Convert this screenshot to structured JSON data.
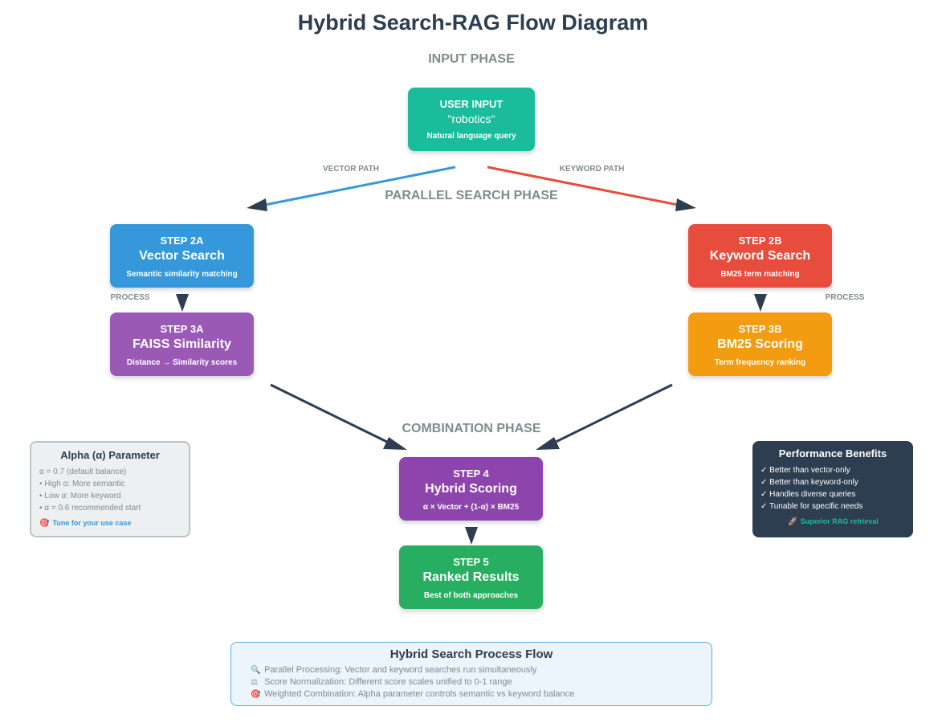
{
  "title": "Hybrid Search-RAG Flow Diagram",
  "phases": {
    "input": "INPUT PHASE",
    "parallel": "PARALLEL SEARCH PHASE",
    "combination": "COMBINATION PHASE"
  },
  "edge_labels": {
    "vector_path": "VECTOR PATH",
    "keyword_path": "KEYWORD PATH",
    "process_left": "PROCESS",
    "process_right": "PROCESS"
  },
  "nodes": {
    "user_input": {
      "step": "USER INPUT",
      "title": "\"robotics\"",
      "desc": "Natural language query",
      "color": "#1abc9c"
    },
    "step_2a": {
      "step": "STEP 2A",
      "title": "Vector Search",
      "desc": "Semantic similarity matching",
      "color": "#3498db"
    },
    "step_2b": {
      "step": "STEP 2B",
      "title": "Keyword Search",
      "desc": "BM25 term matching",
      "color": "#e74c3c"
    },
    "step_3a": {
      "step": "STEP 3A",
      "title": "FAISS Similarity",
      "desc": "Distance → Similarity scores",
      "color": "#9b59b6"
    },
    "step_3b": {
      "step": "STEP 3B",
      "title": "BM25 Scoring",
      "desc": "Term frequency ranking",
      "color": "#f39c12"
    },
    "step_4": {
      "step": "STEP 4",
      "title": "Hybrid Scoring",
      "desc": "α × Vector + (1-α) × BM25",
      "color": "#8e44ad"
    },
    "step_5": {
      "step": "STEP 5",
      "title": "Ranked Results",
      "desc": "Best of both approaches",
      "color": "#27ae60"
    }
  },
  "alpha_panel": {
    "title": "Alpha (α) Parameter",
    "lines": [
      "α = 0.7 (default balance)",
      "• High α: More semantic",
      "• Low α: More keyword",
      "• α = 0.6 recommended start"
    ],
    "footer": "Tune for your use case",
    "footer_icon": "target-icon"
  },
  "performance_panel": {
    "title": "Performance Benefits",
    "lines": [
      "✓ Better than vector-only",
      "✓ Better than keyword-only",
      "✓ Handles diverse queries",
      "✓ Tunable for specific needs"
    ],
    "footer": "Superior RAG retrieval",
    "footer_icon": "rocket-icon"
  },
  "summary": {
    "title": "Hybrid Search Process Flow",
    "items": [
      {
        "icon": "magnifier-icon",
        "text": "Parallel Processing: Vector and keyword searches run simultaneously"
      },
      {
        "icon": "scale-icon",
        "text": "Score Normalization: Different score scales unified to 0-1 range"
      },
      {
        "icon": "target-icon",
        "text": "Weighted Combination: Alpha parameter controls semantic vs keyword balance"
      }
    ]
  },
  "colors": {
    "vector_path": "#3498db",
    "keyword_path": "#e74c3c",
    "flow": "#2c3e50"
  }
}
